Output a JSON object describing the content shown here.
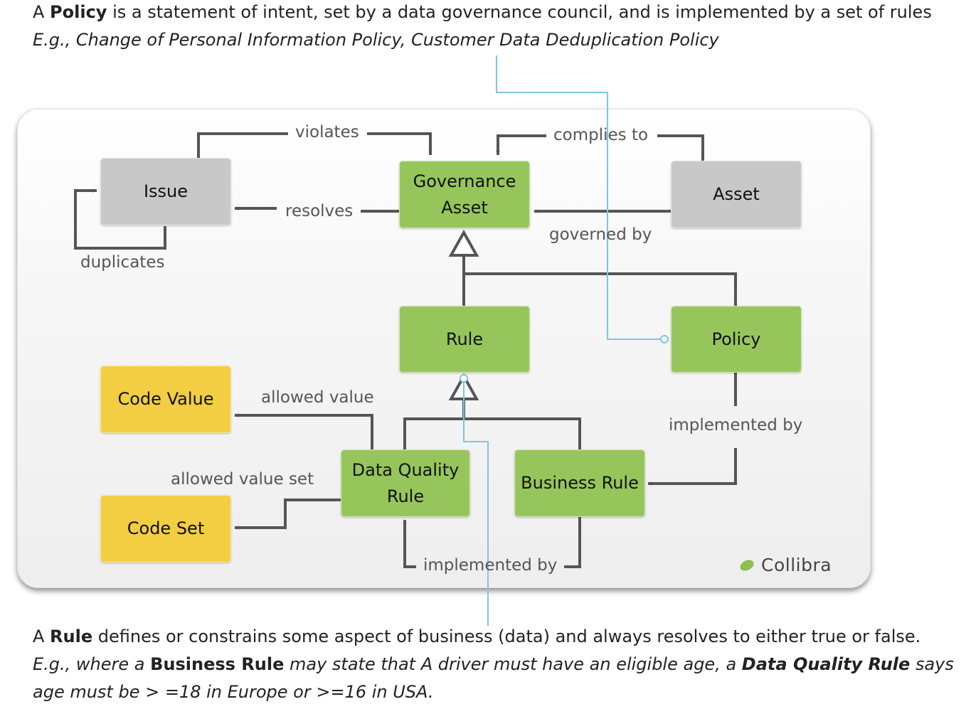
{
  "top_text": {
    "line1_before": "A ",
    "line1_bold": "Policy",
    "line1_after": " is a statement of intent, set by a data governance council, and is implemented by a set of rules",
    "line2": "E.g., Change of Personal Information Policy, Customer Data Deduplication Policy"
  },
  "bottom_text": {
    "line1_before": "A ",
    "line1_bold": "Rule",
    "line1_after": " defines or constrains some aspect of business (data) and always resolves to either true or false.",
    "line2_part1": "E.g.,  where a ",
    "line2_bold1": "Business Rule",
    "line2_part2": " may state that A driver must have  an eligible age, a ",
    "line2_bold2": "Data Quality Rule",
    "line2_part3": " says",
    "line3": "age must be > =18 in Europe or >=16 in USA."
  },
  "diagram": {
    "nodes": {
      "issue": "Issue",
      "governance_asset": "Governance\nAsset",
      "asset": "Asset",
      "rule": "Rule",
      "policy": "Policy",
      "code_value": "Code Value",
      "code_set": "Code Set",
      "data_quality_rule": "Data Quality\nRule",
      "business_rule": "Business Rule"
    },
    "edges": {
      "violates": "violates",
      "complies_to": "complies to",
      "resolves": "resolves",
      "governed_by": "governed by",
      "duplicates": "duplicates",
      "allowed_value": "allowed value",
      "allowed_value_set": "allowed value set",
      "implemented_by_policy": "implemented by",
      "implemented_by_business": "implemented by"
    },
    "colors": {
      "core": "#96c65b",
      "external": "#c8c8c8",
      "reference": "#f3cd42",
      "connector": "#555555",
      "callout": "#7fc4e6"
    }
  },
  "logo": {
    "name": "Collibra"
  }
}
